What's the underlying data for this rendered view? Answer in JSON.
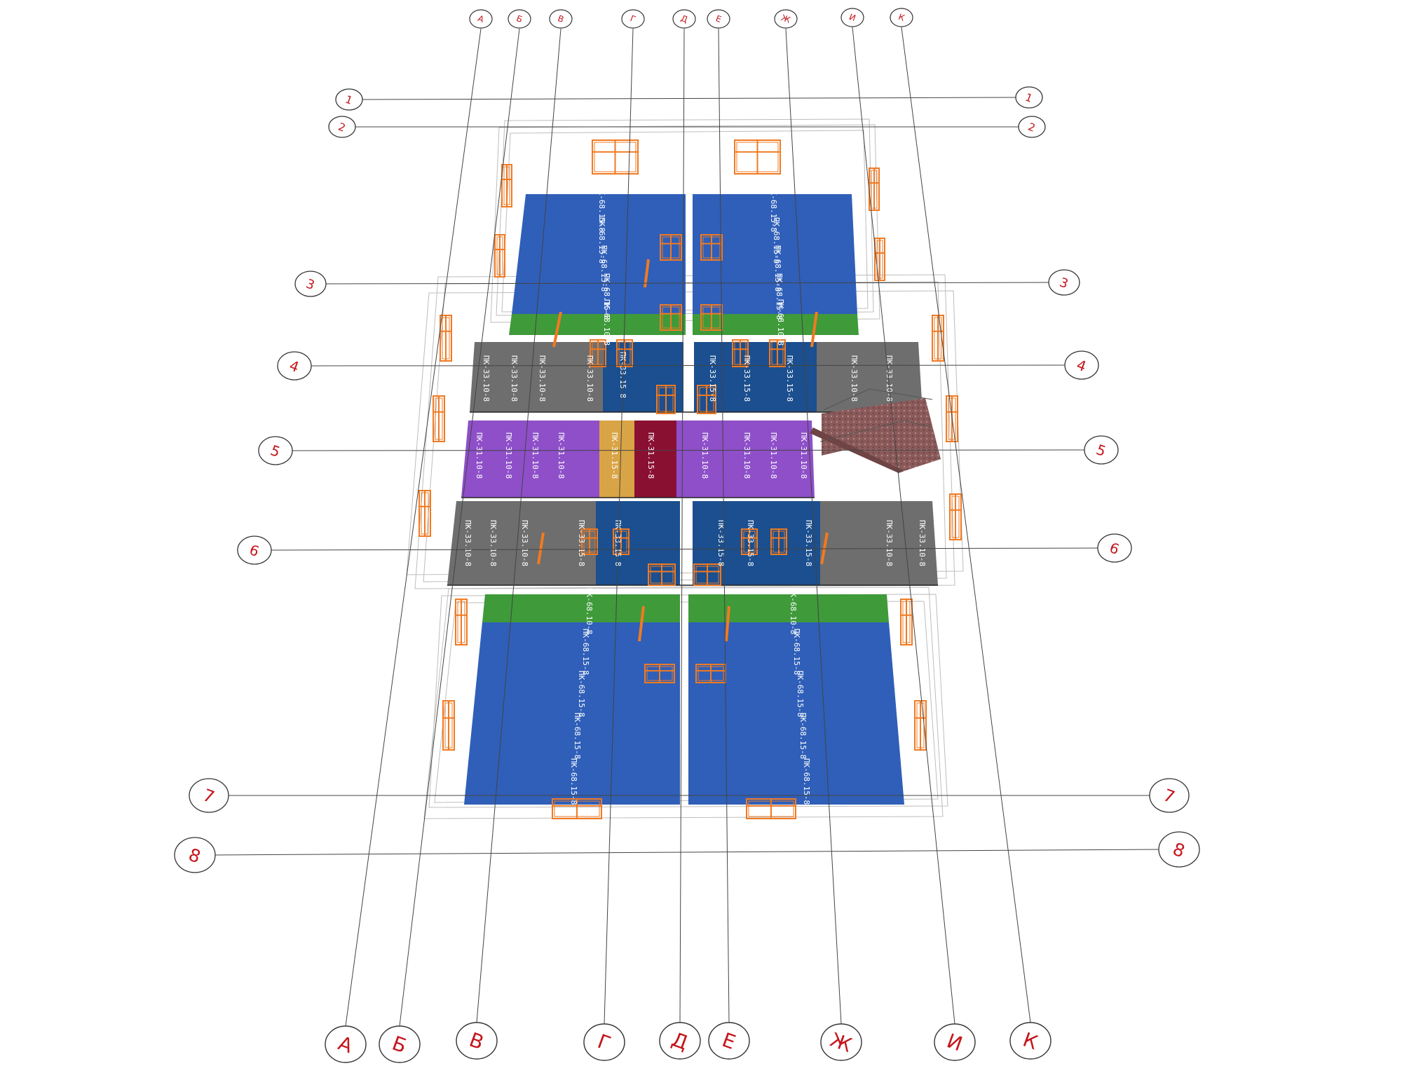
{
  "colors": {
    "axis_text": "#c4161c",
    "axis_line": "#333333",
    "slab_blue": "#2f5fb8",
    "slab_navy": "#1b4f8f",
    "slab_green": "#3f9a3a",
    "slab_gray": "#6e6e6e",
    "slab_purple": "#8e4fc9",
    "slab_yellow": "#d9a445",
    "slab_maroon": "#8a1032",
    "window_orange": "#f07a22",
    "stair": "#8a5a5a",
    "wire": "#bdbdbd"
  },
  "axes": {
    "letters": [
      "А",
      "Б",
      "В",
      "Г",
      "Д",
      "Е",
      "Ж",
      "И",
      "К"
    ],
    "numbers": [
      "1",
      "2",
      "3",
      "4",
      "5",
      "6",
      "7",
      "8"
    ]
  },
  "slab_labels": {
    "top_left": [
      "ПК-68.15-8",
      "ПК-68.15-8",
      "ПК-68.15-8",
      "ПК-68.15-8",
      "ПК-68.10-8"
    ],
    "top_right": [
      "ПК-68.15-8",
      "ПК-68.15-8",
      "ПК-68.15-8",
      "ПК-68.15-8",
      "ПК-68.10-8"
    ],
    "row4_left": [
      "ПК-33.10-8",
      "ПК-33.10-8",
      "ПК-33.10-8",
      "ПК-33.10-8",
      "ПК-33.15-8"
    ],
    "row4_right": [
      "ПК-33.15-8",
      "ПК-33.15-8",
      "ПК-33.15-8",
      "ПК-33.10-8",
      "ПК-33.10-8"
    ],
    "row5_left": [
      "ПК-31.10-8",
      "ПК-31.10-8",
      "ПК-31.10-8",
      "ПК-31.10-8",
      "ПК-31.15-8",
      "ПК-31.15-8"
    ],
    "row5_right": [
      "ПК-31.10-8",
      "ПК-31.10-8",
      "ПК-31.10-8",
      "ПК-31.10-8"
    ],
    "row6_left": [
      "ПК-33.10-8",
      "ПК-33.10-8",
      "ПК-33.10-8",
      "ПК-33.15-8",
      "ПК-33.15-8"
    ],
    "row6_right": [
      "ПК-33.15-8",
      "ПК-33.15-8",
      "ПК-33.15-8",
      "ПК-33.10-8",
      "ПК-33.10-8"
    ],
    "bottom_left": [
      "ПК-68.10-8",
      "ПК-68.15-8",
      "ПК-68.15-8",
      "ПК-68.15-8",
      "ПК-68.15-8"
    ],
    "bottom_right": [
      "ПК-68.10-8",
      "ПК-68.15-8",
      "ПК-68.15-8",
      "ПК-68.15-8",
      "ПК-68.15-8"
    ]
  }
}
